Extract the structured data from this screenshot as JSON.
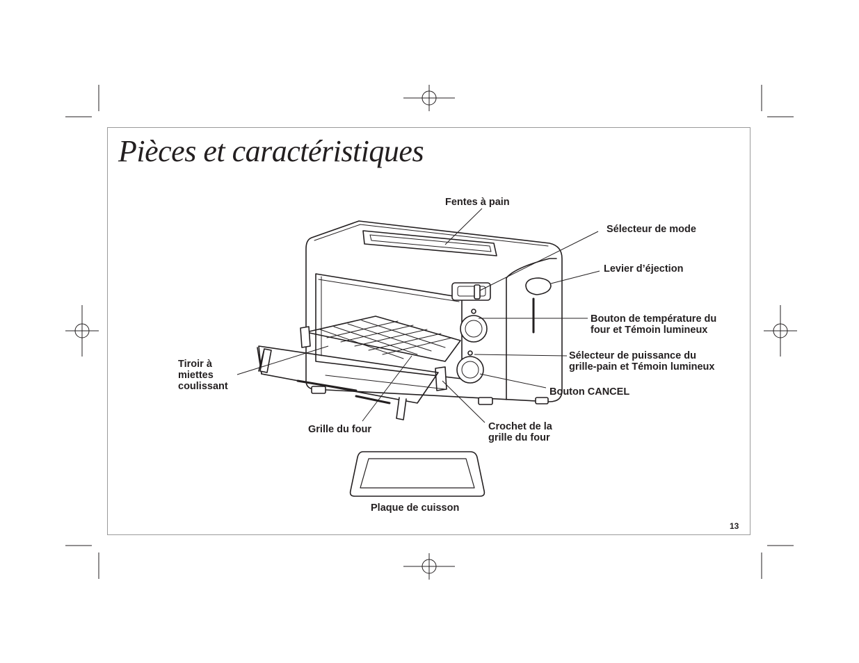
{
  "page": {
    "title": "Pièces et caractéristiques",
    "page_number": "13"
  },
  "callouts": {
    "bread_slots": "Fentes à pain",
    "mode_selector": "Sélecteur de mode",
    "eject_lever": "Levier d’éjection",
    "oven_temp_line1": "Bouton de température du",
    "oven_temp_line2": "four et Témoin lumineux",
    "toast_shade_line1": "Sélecteur de puissance du",
    "toast_shade_line2": "grille-pain et Témoin lumineux",
    "cancel_button": "Bouton CANCEL",
    "crumb_tray_line1": "Tiroir à",
    "crumb_tray_line2": "miettes",
    "crumb_tray_line3": "coulissant",
    "oven_rack": "Grille du four",
    "rack_hook_line1": "Crochet de la",
    "rack_hook_line2": "grille du four",
    "baking_pan": "Plaque de cuisson"
  },
  "colors": {
    "ink": "#231f20",
    "frame": "#9a9a9a"
  }
}
